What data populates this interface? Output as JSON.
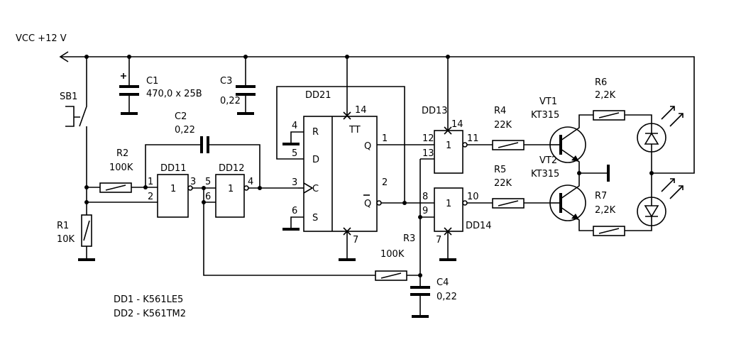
{
  "supply_label": "VCC +12 V",
  "components": {
    "sb1": "SB1",
    "c1": {
      "ref": "C1",
      "value": "470,0 x 25B"
    },
    "c2": {
      "ref": "C2",
      "value": "0,22"
    },
    "c3": {
      "ref": "C3",
      "value": "0,22"
    },
    "c4": {
      "ref": "C4",
      "value": "0,22"
    },
    "r1": {
      "ref": "R1",
      "value": "10K"
    },
    "r2": {
      "ref": "R2",
      "value": "100K"
    },
    "r3": {
      "ref": "R3",
      "value": "100K"
    },
    "r4": {
      "ref": "R4",
      "value": "22K"
    },
    "r5": {
      "ref": "R5",
      "value": "22K"
    },
    "r6": {
      "ref": "R6",
      "value": "2,2K"
    },
    "r7": {
      "ref": "R7",
      "value": "2,2K"
    },
    "vt1": {
      "ref": "VT1",
      "value": "KT315"
    },
    "vt2": {
      "ref": "VT2",
      "value": "KT315"
    }
  },
  "gates": {
    "dd11": {
      "ref": "DD11",
      "symbol": "1",
      "pins": [
        "1",
        "2",
        "3"
      ]
    },
    "dd12": {
      "ref": "DD12",
      "symbol": "1",
      "pins": [
        "5",
        "6",
        "4"
      ]
    },
    "dd13": {
      "ref": "DD13",
      "symbol": "1",
      "pins": [
        "14",
        "12",
        "13",
        "11"
      ]
    },
    "dd14": {
      "ref": "DD14",
      "symbol": "1",
      "pins": [
        "8",
        "9",
        "10",
        "7"
      ]
    }
  },
  "flipflop": {
    "ref": "DD21",
    "type": "TT",
    "inputs": [
      "R",
      "D",
      "C",
      "S"
    ],
    "in_pins": [
      "4",
      "5",
      "3",
      "6"
    ],
    "out_q": "Q",
    "out_qbar": "Q",
    "out_pins": [
      "1",
      "2"
    ],
    "vcc_pin": "14",
    "gnd_pin": "7"
  },
  "notes": [
    "DD1 - K561LE5",
    "DD2 - K561TM2"
  ]
}
